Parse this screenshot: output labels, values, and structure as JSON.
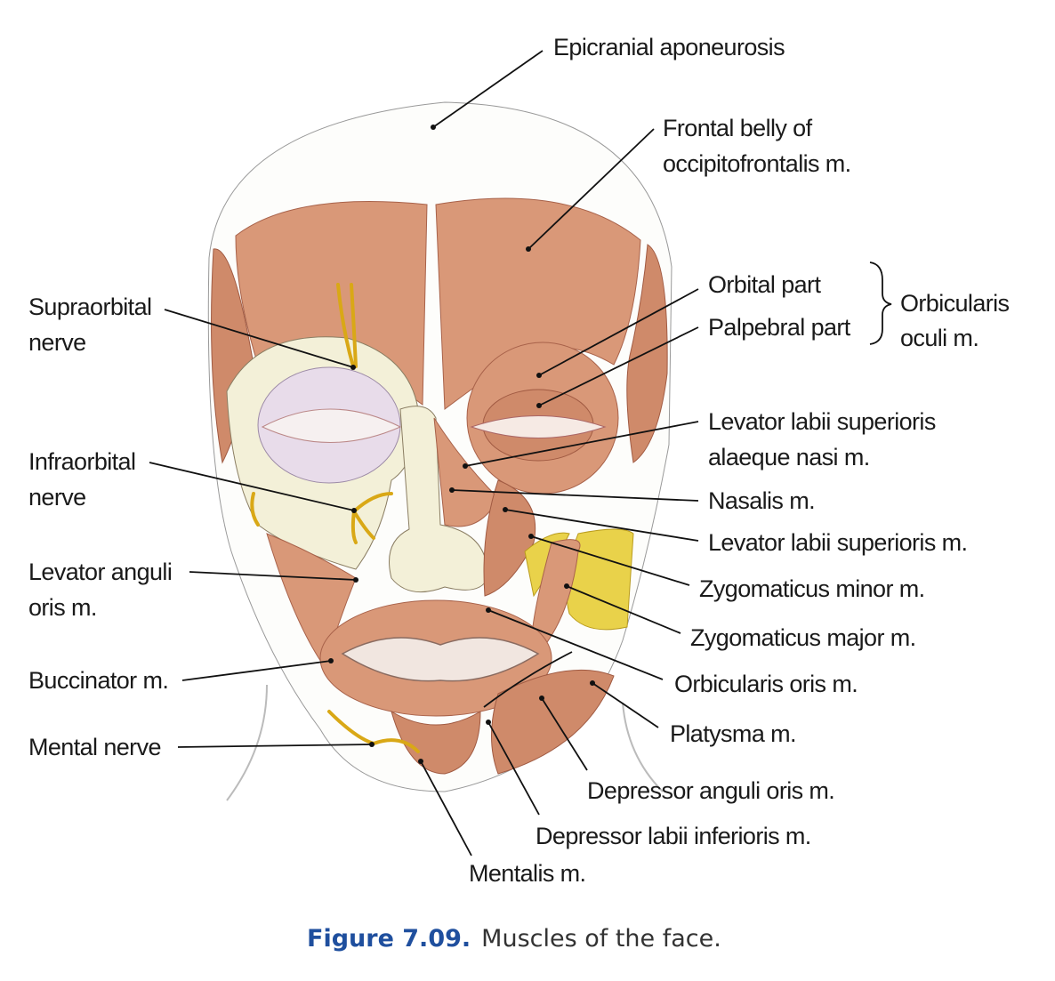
{
  "figure": {
    "number": "Figure 7.09.",
    "caption": "Muscles of the face."
  },
  "labels_right": {
    "epicranial": "Epicranial aponeurosis",
    "frontal_1": "Frontal belly of",
    "frontal_2": "occipitofrontalis m.",
    "orbital": "Orbital part",
    "palpebral": "Palpebral part",
    "orbicularis_oculi_1": "Orbicularis",
    "orbicularis_oculi_2": "oculi m.",
    "llsan_1": "Levator labii superioris",
    "llsan_2": "alaeque nasi m.",
    "nasalis": "Nasalis m.",
    "lls": "Levator labii superioris m.",
    "zyg_minor": "Zygomaticus minor m.",
    "zyg_major": "Zygomaticus major m.",
    "orbicularis_oris": "Orbicularis oris m.",
    "platysma": "Platysma m.",
    "dao": "Depressor anguli oris m.",
    "dli": "Depressor labii inferioris m.",
    "mentalis": "Mentalis m."
  },
  "labels_left": {
    "supraorbital_1": "Supraorbital",
    "supraorbital_2": "nerve",
    "infraorbital_1": "Infraorbital",
    "infraorbital_2": "nerve",
    "lao_1": "Levator anguli",
    "lao_2": "oris m.",
    "buccinator": "Buccinator m.",
    "mental_nerve": "Mental nerve"
  }
}
